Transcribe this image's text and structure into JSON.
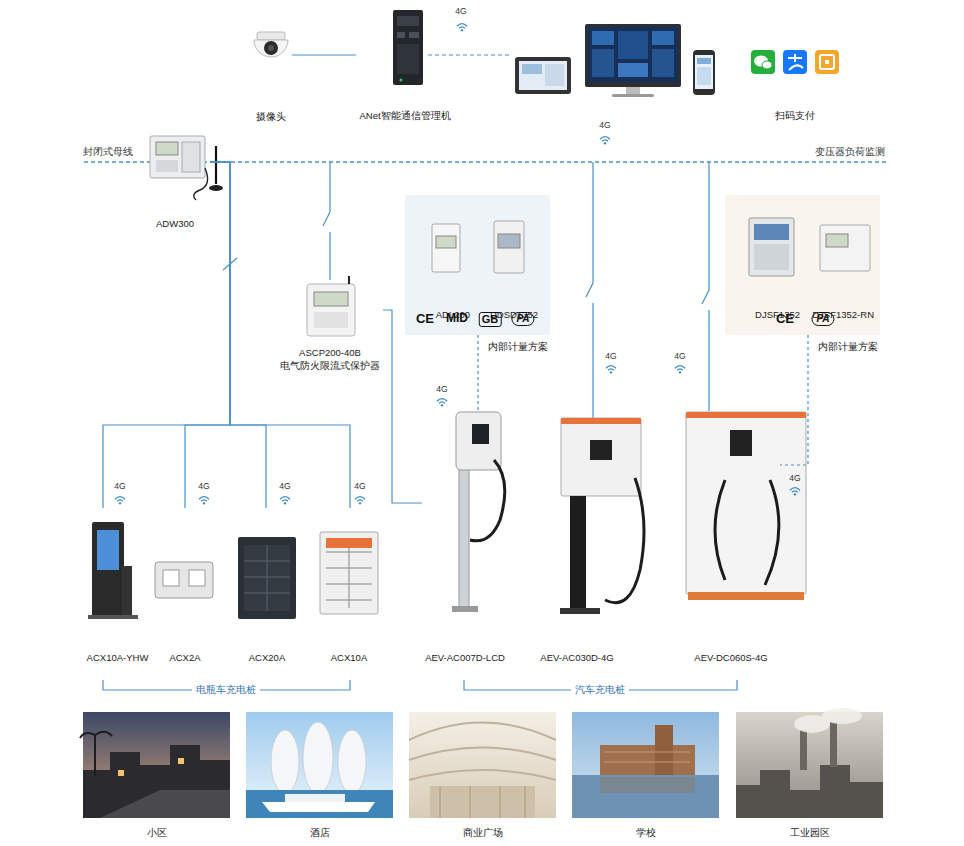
{
  "diagram": {
    "nodes": [
      {
        "text": [
          "摄像头"
        ]
      },
      {
        "text": [
          "ANet智能通信管理机"
        ]
      },
      {
        "text": [
          "扫码支付"
        ]
      },
      {
        "text": [
          "ADW300"
        ]
      },
      {
        "text": [
          "内部计量方案"
        ]
      },
      {
        "text": [
          "ADL200"
        ],
        "in": 4
      },
      {
        "text": [
          "DDSD1352"
        ],
        "in": 4
      },
      {
        "text": [
          "内部计量方案"
        ]
      },
      {
        "text": [
          "DJSF1352"
        ],
        "in": 7
      },
      {
        "text": [
          "DJSF1352-RN"
        ],
        "in": 7
      },
      {
        "text": [
          "ASCP200-40B",
          "电气防火限流式保护器"
        ]
      },
      {
        "text": [
          "ACX10A-YHW"
        ]
      },
      {
        "text": [
          "ACX2A"
        ]
      },
      {
        "text": [
          "ACX20A"
        ]
      },
      {
        "text": [
          "ACX10A"
        ]
      },
      {
        "text": [
          "AEV-AC007D-LCD"
        ]
      },
      {
        "text": [
          "AEV-AC030D-4G"
        ]
      },
      {
        "text": [
          "AEV-DC060S-4G"
        ]
      },
      {
        "text": [
          "小区"
        ]
      },
      {
        "text": [
          "酒店"
        ]
      },
      {
        "text": [
          "商业广场"
        ]
      },
      {
        "text": [
          "学校"
        ]
      },
      {
        "text": [
          "工业园区"
        ]
      }
    ],
    "edges": [
      {
        "from": 0,
        "to": 1,
        "arrow": "none"
      },
      {
        "from": 3,
        "to": 11,
        "arrow": "none"
      },
      {
        "from": 3,
        "to": 12,
        "arrow": "none"
      },
      {
        "from": 3,
        "to": 13,
        "arrow": "none"
      },
      {
        "from": 3,
        "to": 14,
        "arrow": "none"
      },
      {
        "from": 4,
        "to": 15,
        "arrow": "none"
      },
      {
        "from": 10,
        "to": 15,
        "arrow": "none"
      },
      {
        "from": 7,
        "to": 17,
        "arrow": "none"
      }
    ],
    "labels": [
      "4G",
      "4G",
      "封闭式母线",
      "变压器负荷监测",
      "CE",
      "MID",
      "GB",
      "PA",
      "CE",
      "PA",
      "4G",
      "4G",
      "4G",
      "4G",
      "4G",
      "4G",
      "4G",
      "4G",
      "电瓶车充电桩",
      "汽车充电桩"
    ]
  }
}
